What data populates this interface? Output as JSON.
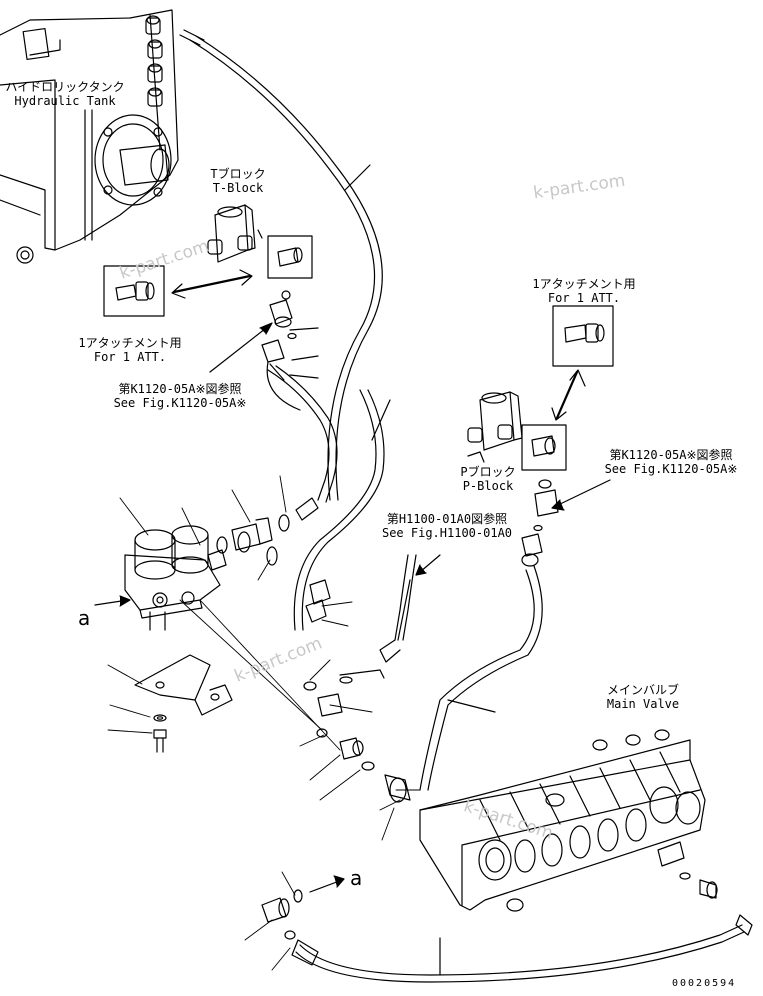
{
  "labels": {
    "tank_jp": "ハイドロリックタンク",
    "tank_en": "Hydraulic Tank",
    "tblock_jp": "Tブロック",
    "tblock_en": "T-Block",
    "att_left_jp": "1アタッチメント用",
    "att_left_en": "For 1 ATT.",
    "att_right_jp": "1アタッチメント用",
    "att_right_en": "For 1 ATT.",
    "ref_k_left_jp": "第K1120-05A※図参照",
    "ref_k_left_en": "See Fig.K1120-05A※",
    "ref_k_right_jp": "第K1120-05A※図参照",
    "ref_k_right_en": "See Fig.K1120-05A※",
    "pblock_jp": "Pブロック",
    "pblock_en": "P-Block",
    "ref_h_jp": "第H1100-01A0図参照",
    "ref_h_en": "See Fig.H1100-01A0",
    "main_valve_jp": "メインバルブ",
    "main_valve_en": "Main Valve",
    "callout_a_left": "a",
    "callout_a_bottom": "a",
    "part_number": "00020594"
  },
  "watermarks": [
    "k-part.com",
    "k-part.com",
    "k-part.com",
    "k-part.com"
  ]
}
